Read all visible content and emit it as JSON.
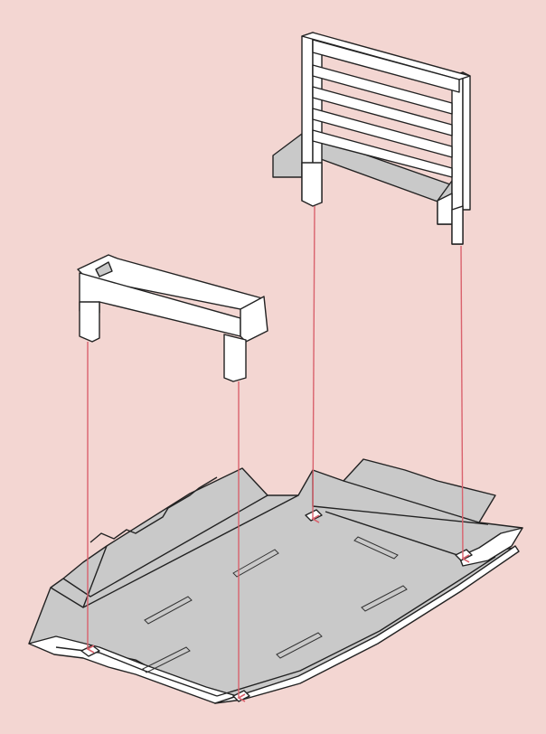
{
  "diagram": {
    "kind": "exploded-assembly",
    "parts": [
      "backrest",
      "front-support",
      "base-tray"
    ],
    "colors": {
      "background": "#f3d6d2",
      "panel_light": "#ffffff",
      "panel_gray": "#c9c9c9",
      "outline": "#222222",
      "guide_arrow": "#d9626d"
    }
  }
}
